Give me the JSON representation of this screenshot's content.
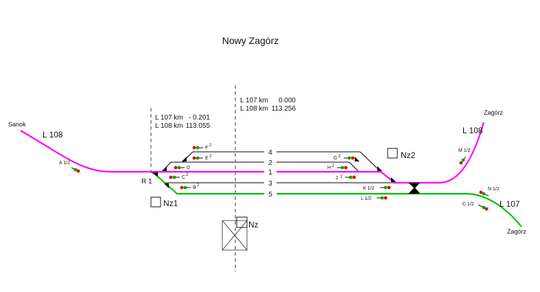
{
  "title": "Nowy Zagórz",
  "colors": {
    "line_108": "#ff00ff",
    "line_107": "#00c000",
    "station_track": "#808080",
    "signal_red": "#e00000",
    "signal_green": "#00a000"
  },
  "destinations": {
    "west_108": "Sanok",
    "east_108": "Zagórz",
    "east_107": "Zagórz"
  },
  "line_labels": {
    "west_108": "L 108",
    "east_108": "L 108",
    "east_107": "L 107"
  },
  "kilometrage": [
    {
      "line1": "L 107 km",
      "val1": "- 0.201",
      "line2": "L 108 km",
      "val2": "113.055"
    },
    {
      "line1": "L 107 km",
      "val1": "0.000",
      "line2": "L 108 km",
      "val2": "113.256"
    }
  ],
  "tracks": [
    "4",
    "2",
    "1",
    "3",
    "5"
  ],
  "signals": {
    "A": "A 1/2",
    "F": "F",
    "F_sup": "2",
    "E": "E",
    "E_sup": "2",
    "D": "D",
    "C": "C",
    "C_sup": "2",
    "B": "B",
    "B_sup": "2",
    "G": "G",
    "G_sup": "2",
    "H": "H",
    "H_sup": "2",
    "J": "J",
    "J_sup": "2",
    "K": "K 1/2",
    "L": "L 1/2",
    "M": "M 1/2",
    "N": "N 1/2",
    "C12": "C 1/2"
  },
  "boxes": {
    "R1": "R 1",
    "Nz1": "Nz1",
    "Nz2": "Nz2",
    "Nz": "Nz"
  }
}
